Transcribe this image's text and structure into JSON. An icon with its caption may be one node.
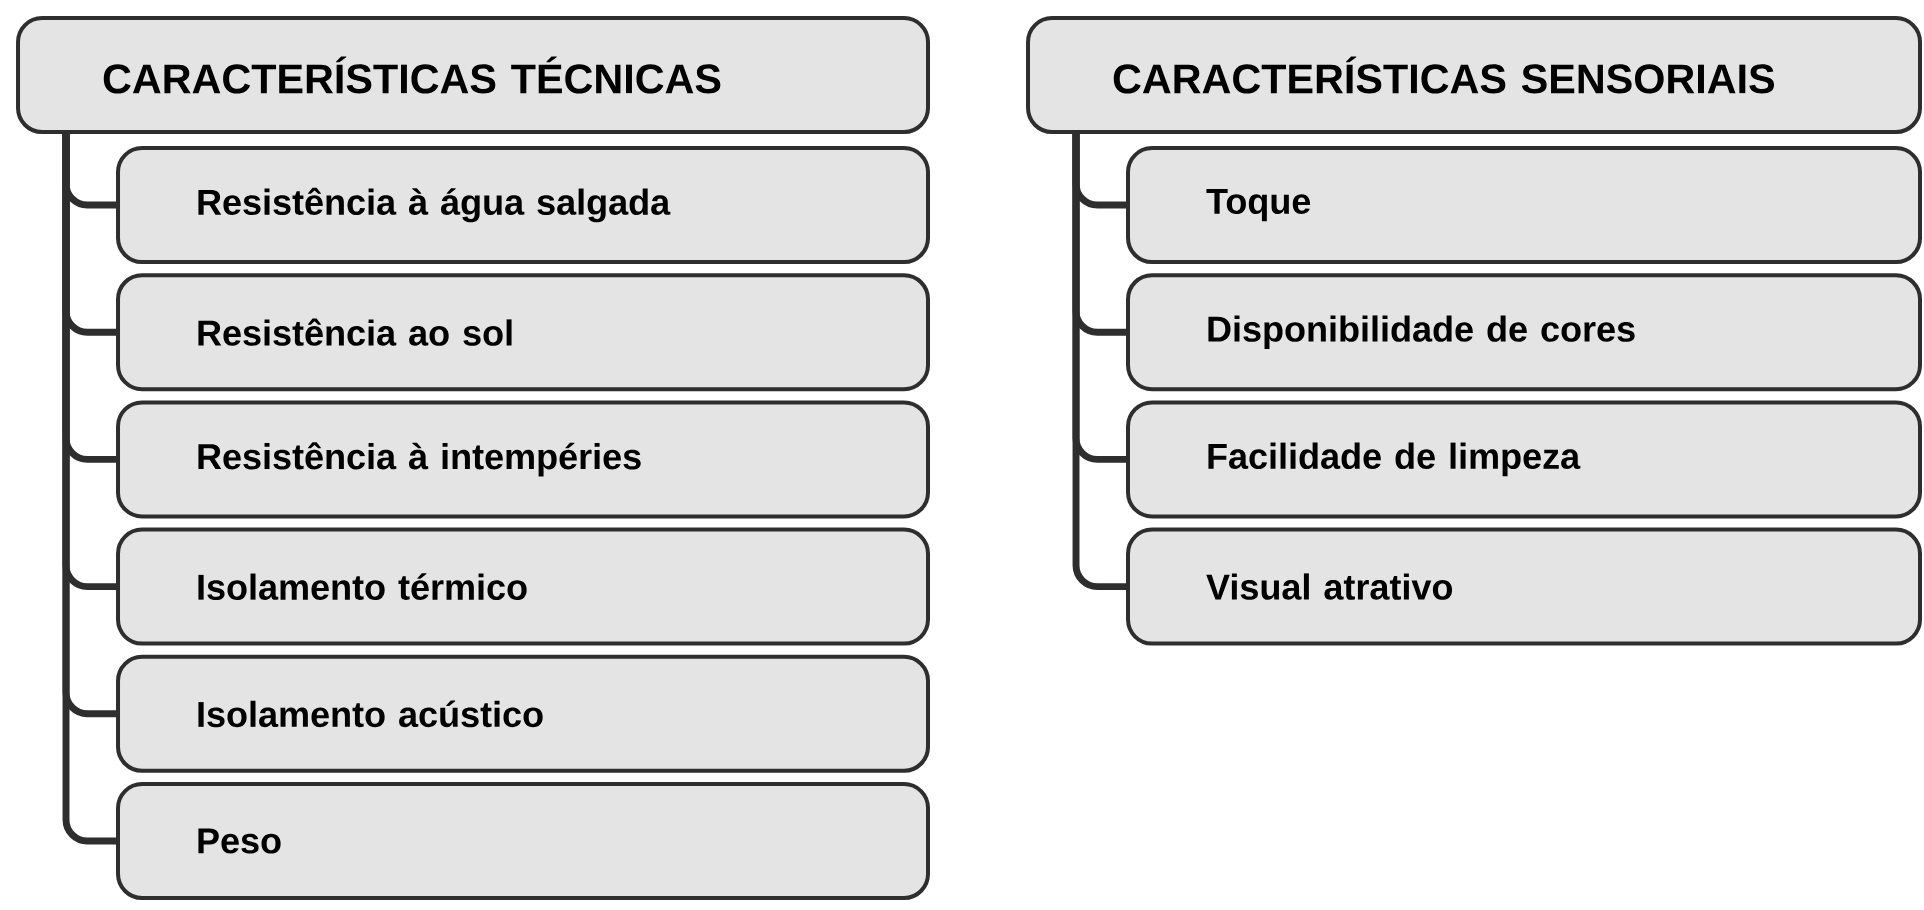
{
  "diagram": {
    "nodes": [
      {
        "text": [
          "CARACTERÍSTICAS TÉCNICAS"
        ]
      },
      {
        "text": [
          "Resistência à água salgada"
        ]
      },
      {
        "text": [
          "Resistência ao sol"
        ]
      },
      {
        "text": [
          "Resistência à intempéries"
        ]
      },
      {
        "text": [
          "Isolamento térmico"
        ]
      },
      {
        "text": [
          "Isolamento acústico"
        ]
      },
      {
        "text": [
          "Peso"
        ]
      },
      {
        "text": [
          "CARACTERÍSTICAS SENSORIAIS"
        ]
      },
      {
        "text": [
          "Toque"
        ]
      },
      {
        "text": [
          "Disponibilidade de cores"
        ]
      },
      {
        "text": [
          "Facilidade de limpeza"
        ]
      },
      {
        "text": [
          "Visual atrativo"
        ]
      }
    ],
    "edges": [
      {
        "from": 0,
        "to": 1,
        "arrow": "none"
      },
      {
        "from": 0,
        "to": 2,
        "arrow": "none"
      },
      {
        "from": 0,
        "to": 3,
        "arrow": "none"
      },
      {
        "from": 0,
        "to": 4,
        "arrow": "none"
      },
      {
        "from": 0,
        "to": 5,
        "arrow": "none"
      },
      {
        "from": 0,
        "to": 6,
        "arrow": "none"
      },
      {
        "from": 7,
        "to": 8,
        "arrow": "none"
      },
      {
        "from": 7,
        "to": 9,
        "arrow": "none"
      },
      {
        "from": 7,
        "to": 10,
        "arrow": "none"
      },
      {
        "from": 7,
        "to": 11,
        "arrow": "none"
      }
    ]
  }
}
